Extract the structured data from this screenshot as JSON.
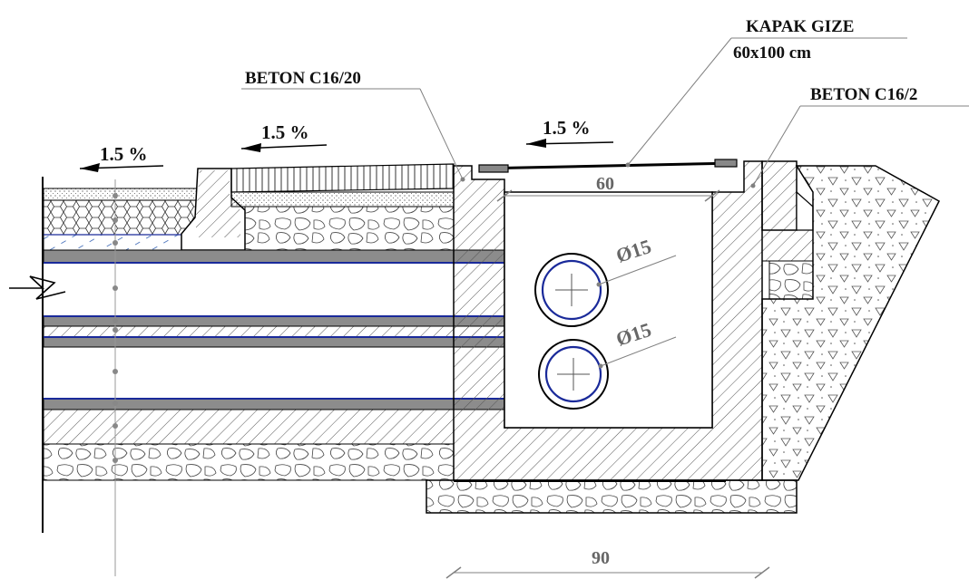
{
  "labels": {
    "kapak_title": "KAPAK GIZE",
    "kapak_size": "60x100 cm",
    "beton_left": "BETON  C16/20",
    "beton_right": "BETON  C16/2"
  },
  "slopes": {
    "left": "1.5 %",
    "middle": "1.5 %",
    "right": "1.5 %"
  },
  "pipes": {
    "upper": "Ø15",
    "lower": "Ø15"
  },
  "dimensions": {
    "inner_width": "60",
    "outer_width": "90"
  },
  "colors": {
    "line": "#000000",
    "hatch": "#555555",
    "gray_strip": "#8c8c8c",
    "blue_line": "#1a2a9a",
    "dim_line": "#808080"
  }
}
